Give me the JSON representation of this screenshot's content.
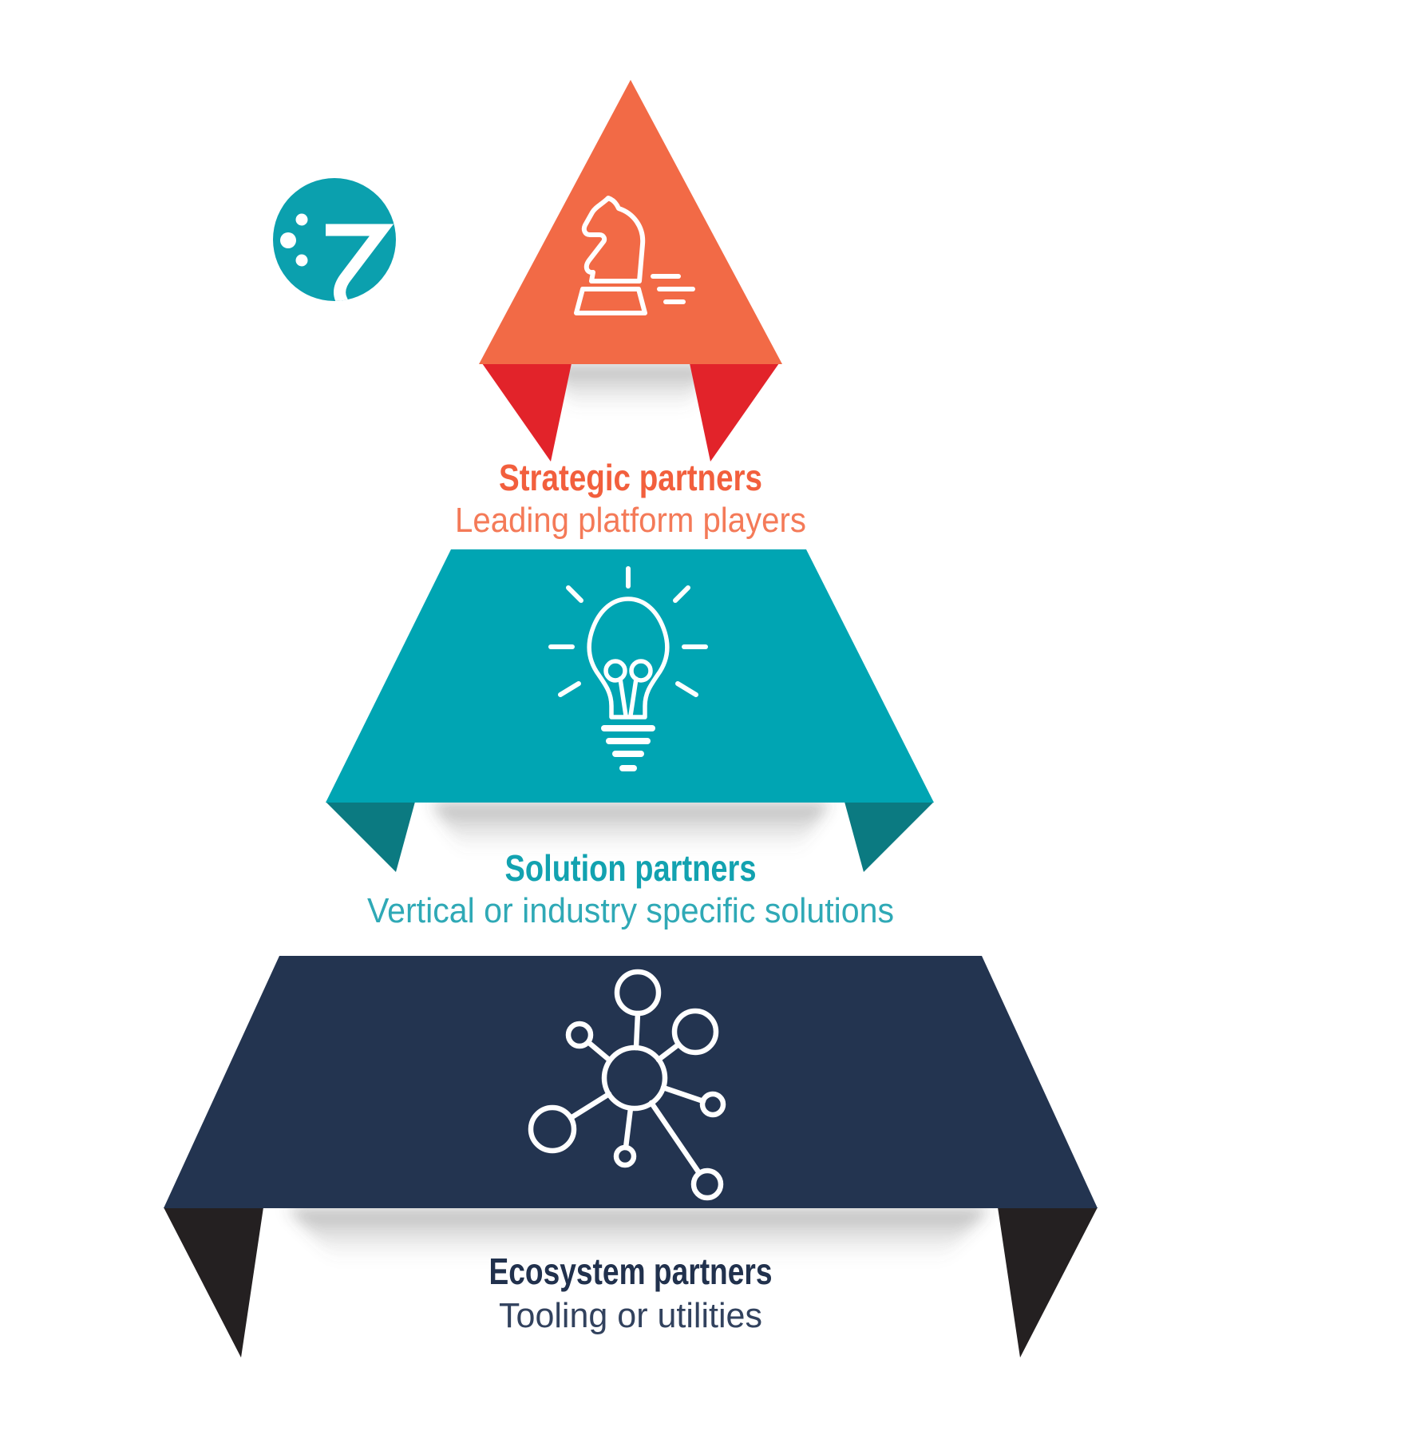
{
  "diagram": {
    "kind": "partner-pyramid-infographic",
    "background": "#ffffff",
    "logo": {
      "name": "brand-logo",
      "color": "#0ba0ae"
    },
    "tiers": [
      {
        "id": "strategic",
        "title": "Strategic partners",
        "subtitle": "Leading platform players",
        "icon": "chess-knight-icon",
        "fill": "#f26a46",
        "flap_color": "#e2232a",
        "title_color": "#f25f3d",
        "subtitle_color": "#f47a58"
      },
      {
        "id": "solution",
        "title": "Solution partners",
        "subtitle": "Vertical or industry specific solutions",
        "icon": "lightbulb-icon",
        "fill": "#00a5b3",
        "flap_color": "#0b7a81",
        "title_color": "#12a2b0",
        "subtitle_color": "#2fa9b6"
      },
      {
        "id": "ecosystem",
        "title": "Ecosystem partners",
        "subtitle": "Tooling or utilities",
        "icon": "network-hub-icon",
        "fill": "#233450",
        "flap_color": "#242021",
        "title_color": "#21314d",
        "subtitle_color": "#32425e"
      }
    ]
  }
}
